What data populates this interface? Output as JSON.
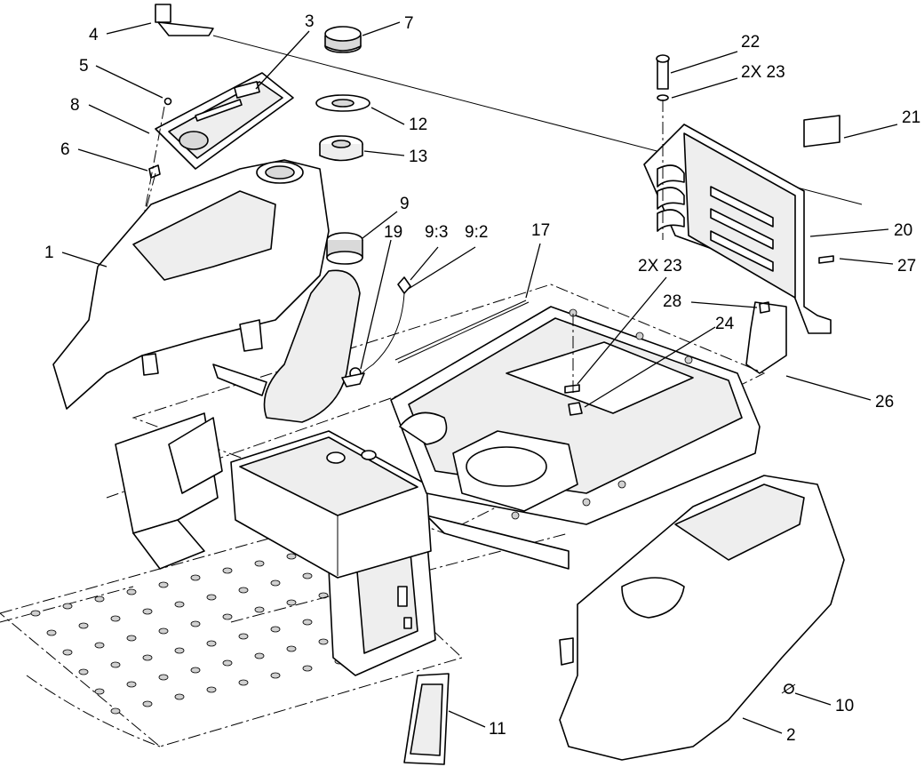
{
  "diagram": {
    "callouts": [
      {
        "id": "c1",
        "label": "1"
      },
      {
        "id": "c2",
        "label": "2"
      },
      {
        "id": "c3",
        "label": "3"
      },
      {
        "id": "c4",
        "label": "4"
      },
      {
        "id": "c5",
        "label": "5"
      },
      {
        "id": "c6",
        "label": "6"
      },
      {
        "id": "c7",
        "label": "7"
      },
      {
        "id": "c8",
        "label": "8"
      },
      {
        "id": "c9",
        "label": "9"
      },
      {
        "id": "c9_3",
        "label": "9:3"
      },
      {
        "id": "c9_2",
        "label": "9:2"
      },
      {
        "id": "c10",
        "label": "10"
      },
      {
        "id": "c11",
        "label": "11"
      },
      {
        "id": "c12",
        "label": "12"
      },
      {
        "id": "c13",
        "label": "13"
      },
      {
        "id": "c17",
        "label": "17"
      },
      {
        "id": "c19",
        "label": "19"
      },
      {
        "id": "c20",
        "label": "20"
      },
      {
        "id": "c21",
        "label": "21"
      },
      {
        "id": "c22",
        "label": "22"
      },
      {
        "id": "c23a",
        "label": "2X 23"
      },
      {
        "id": "c23b",
        "label": "2X 23"
      },
      {
        "id": "c24",
        "label": "24"
      },
      {
        "id": "c26",
        "label": "26"
      },
      {
        "id": "c27",
        "label": "27"
      },
      {
        "id": "c28",
        "label": "28"
      }
    ]
  }
}
